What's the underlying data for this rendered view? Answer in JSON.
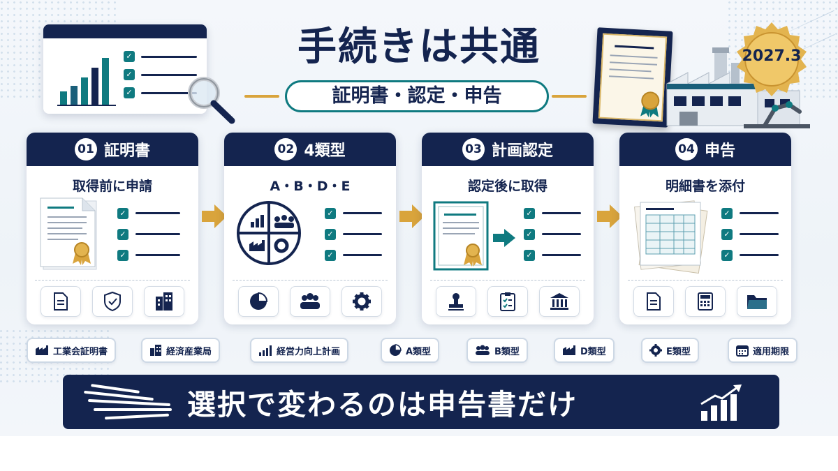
{
  "title": "手続きは共通",
  "subtitle": "証明書・認定・申告",
  "badge": {
    "text": "2027.3"
  },
  "steps": [
    {
      "number": "01",
      "title": "証明書",
      "subtitle": "取得前に申請",
      "icons": [
        "document-icon",
        "shield-check-icon",
        "building-icon"
      ]
    },
    {
      "number": "02",
      "title": "4類型",
      "subtitle": "A・B・D・E",
      "icons": [
        "pie-chart-icon",
        "people-icon",
        "gear-icon"
      ]
    },
    {
      "number": "03",
      "title": "計画認定",
      "subtitle": "認定後に取得",
      "icons": [
        "stamp-icon",
        "clipboard-check-icon",
        "government-building-icon"
      ]
    },
    {
      "number": "04",
      "title": "申告",
      "subtitle": "明細書を添付",
      "icons": [
        "document-icon",
        "calculator-icon",
        "folder-icon"
      ]
    }
  ],
  "tags": [
    {
      "label": "工業会証明書",
      "icon": "factory-icon"
    },
    {
      "label": "経済産業局",
      "icon": "building-icon"
    },
    {
      "label": "経営力向上計画",
      "icon": "bar-chart-icon"
    },
    {
      "label": "A類型",
      "icon": "pie-chart-icon"
    },
    {
      "label": "B類型",
      "icon": "people-icon"
    },
    {
      "label": "D類型",
      "icon": "factory-icon"
    },
    {
      "label": "E類型",
      "icon": "gear-icon"
    },
    {
      "label": "適用期限",
      "icon": "calendar-icon"
    }
  ],
  "banner": {
    "text": "選択で変わるのは申告書だけ",
    "icon": "bar-chart-arrow-icon"
  },
  "colors": {
    "navy": "#14244f",
    "teal": "#0f7a80",
    "gold": "#d9a43c",
    "background": "#f4f7fb"
  }
}
